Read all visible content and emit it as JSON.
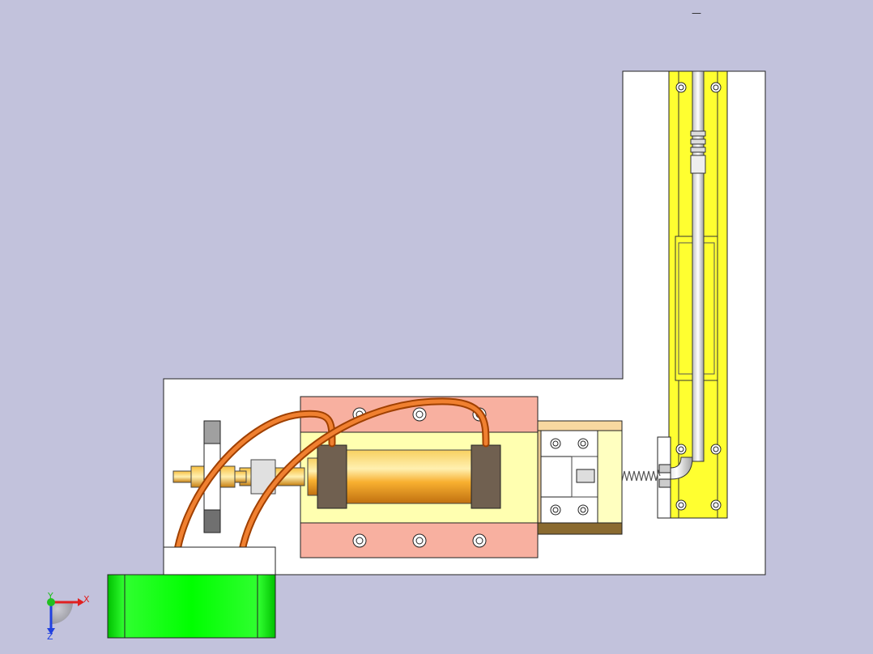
{
  "window": {
    "minimize_glyph": "—",
    "background": "#c2c2dc"
  },
  "triad": {
    "x_label": "X",
    "y_label": "Y",
    "z_label": "Z",
    "x_color": "#e02020",
    "y_color": "#20c020",
    "z_color": "#2040e0"
  },
  "model": {
    "colors": {
      "base_plate": "#ffffff",
      "rail": "#ffff30",
      "cylinder_body": "#f8b020",
      "mount_block": "#ffffb0",
      "salmon_plate": "#f8b0a0",
      "end_caps": "#706050",
      "hose": "#e87010",
      "valve_block": "#00ff00",
      "guide_rod": "#f0f0f0",
      "spring": "#808080",
      "bracket": "#e0c080"
    }
  }
}
